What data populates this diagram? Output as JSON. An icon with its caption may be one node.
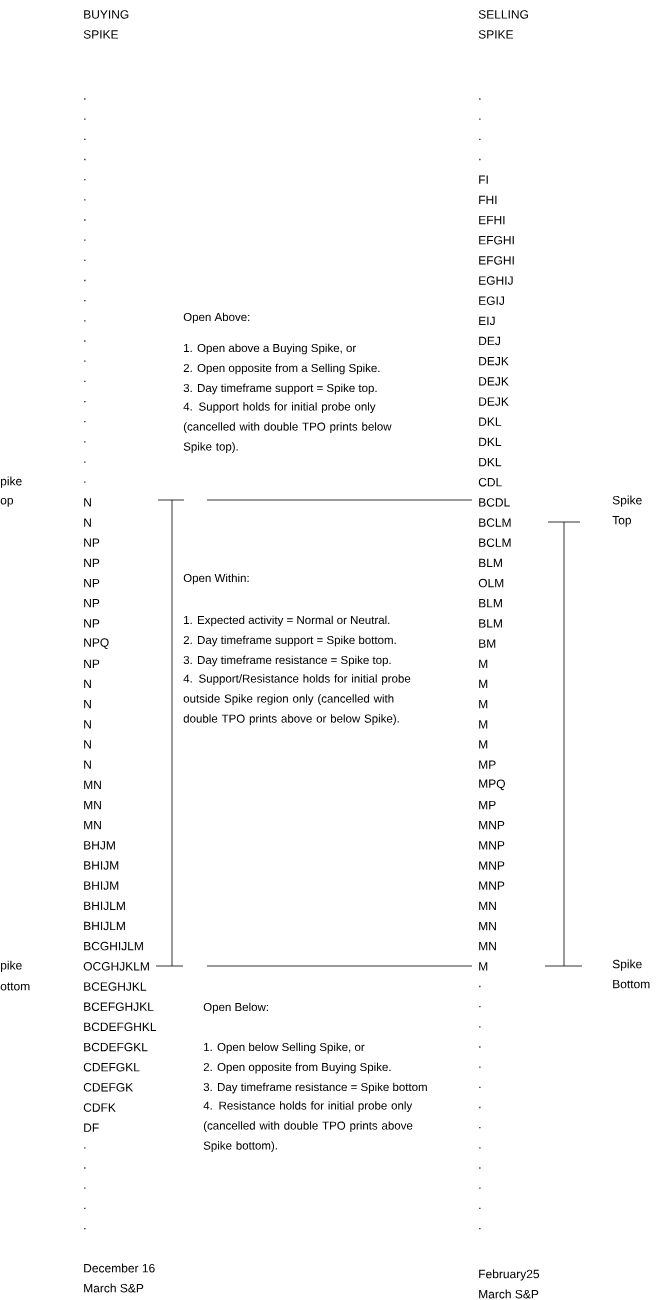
{
  "diagram": {
    "labels": [
      "BUYING SPIKE",
      "SELLING SPIKE",
      ".",
      ".",
      ".",
      ".",
      ".",
      ".",
      ".",
      ".",
      ".",
      ".",
      ".",
      ".",
      ".",
      ".",
      ".",
      ".",
      ".",
      ".",
      ".",
      ".",
      "N",
      "N",
      "NP",
      "NP",
      "NP",
      "NP",
      "NP",
      "NPQ",
      "NP",
      "N",
      "N",
      "N",
      "N",
      "N",
      "MN",
      "MN",
      "MN",
      "BHJM",
      "BHIJM",
      "BHIJM",
      "BHIJLM",
      "BHIJLM",
      "BCGHIJLM",
      "OCGHJKLM",
      "BCEGHJKL",
      "BCEFGHJKL",
      "BCDEFGHKL",
      "BCDEFGKL",
      "CDEFGKL",
      "CDEFGK",
      "CDFK",
      "DF",
      ".",
      ".",
      ".",
      ".",
      ".",
      ".",
      ".",
      ".",
      ".",
      "FI",
      "FHI",
      "EFHI",
      "EFGHI",
      "EFGHI",
      "EGHIJ",
      "EGIJ",
      "EIJ",
      "DEJ",
      "DEJK",
      "DEJK",
      "DEJK",
      "DKL",
      "DKL",
      "DKL",
      "CDL",
      "BCDL",
      "BCLM",
      "BCLM",
      "BLM",
      "OLM",
      "BLM",
      "BLM",
      "BM",
      "M",
      "M",
      "M",
      "M",
      "M",
      "MP",
      "MPQ",
      "MP",
      "MNP",
      "MNP",
      "MNP",
      "MNP",
      "MN",
      "MN",
      "MN",
      "M",
      ".",
      ".",
      ".",
      ".",
      ".",
      ".",
      ".",
      ".",
      ".",
      ".",
      ".",
      ".",
      ".",
      "pike",
      "op",
      "pike",
      "ottom",
      "Spike Top",
      "Spike Bottom",
      "Open Above:",
      "1. Open above a Buying Spike, or",
      "2. Open opposite from a Selling Spike.",
      "3. Day timeframe support = Spike top.",
      "4. Support holds for initial probe only (cancelled with double TPO prints below Spike top).",
      "Open Within:",
      "1. Expected activity = Normal or Neutral.",
      "2. Day timeframe support = Spike bottom.",
      "3. Day timeframe resistance = Spike top.",
      "4. Support/Resistance holds for initial probe outside Spike region only (cancelled with double TPO prints above or below Spike).",
      "Open Below:",
      "1. Open below Selling Spike, or",
      "2. Open opposite from Buying Spike.",
      "3. Day timeframe resistance = Spike bottom",
      "4. Resistance holds for initial probe only (cancelled with double TPO prints above Spike bottom).",
      "December 16",
      "March S&P",
      "February25",
      "March S&P"
    ]
  }
}
